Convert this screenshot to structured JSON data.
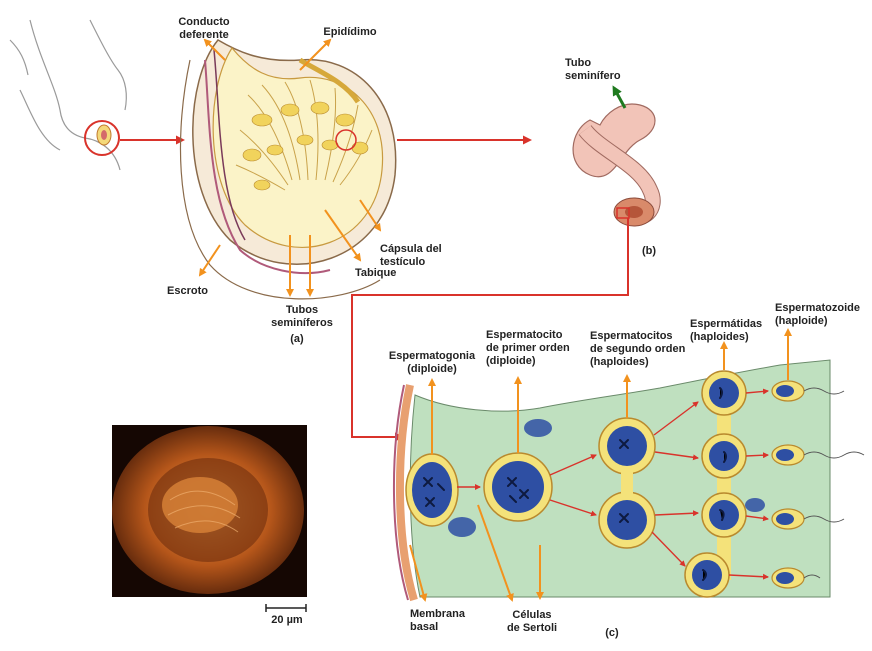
{
  "colors": {
    "arrow_orange": "#f2921e",
    "arrow_red": "#d9332b",
    "arrow_green": "#1f7a1f",
    "tissue_green": "#bfe0bf",
    "nucleus_blue": "#2e4fa3",
    "tubule_yellow": "#f4e27a",
    "skin_pink": "#f2c4b8",
    "micrograph_orange": "#c8651a"
  },
  "labels": {
    "conducto_deferente": "Conducto\ndeferente",
    "epididimo": "Epidídimo",
    "capsula": "Cápsula del\ntestículo",
    "tabique": "Tabique",
    "escroto": "Escroto",
    "tubos_seminiferos": "Tubos\nseminíferos",
    "panel_a": "(a)",
    "tubo_seminifero": "Tubo\nseminífero",
    "panel_b": "(b)",
    "espermatogonia": "Espermatogonia\n(diploide)",
    "espermatocito_primer": "Espermatocito\nde primer orden\n(diploide)",
    "espermatocitos_segundo": "Espermatocitos\nde segundo orden\n(haploides)",
    "espermatidas": "Espermátidas\n(haploides)",
    "espermatozoide": "Espermatozoide\n(haploide)",
    "membrana_basal": "Membrana\nbasal",
    "celulas_sertoli": "Células\nde Sertoli",
    "panel_c": "(c)",
    "scale_bar": "20 µm"
  }
}
